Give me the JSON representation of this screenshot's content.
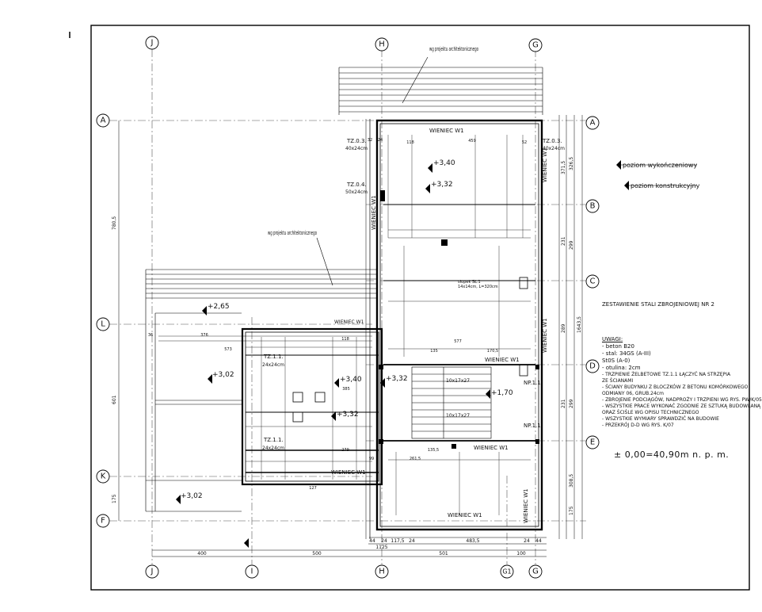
{
  "axes": {
    "top": [
      "J",
      "H",
      "G"
    ],
    "bottom": [
      "J",
      "I",
      "H",
      "G1",
      "G"
    ],
    "left": [
      "A",
      "L",
      "K",
      "F"
    ],
    "right": [
      "A",
      "B",
      "C",
      "D",
      "E"
    ]
  },
  "callouts": {
    "arch_top": "wg projektu architektonicznego",
    "arch_left": "wg projektu architektonicznego"
  },
  "levels": {
    "finished": "poziom wykończeniowy",
    "structural": "poziom konstrukcyjny"
  },
  "elevations": [
    "+3,40",
    "+3,32",
    "+2,65",
    "+3,02",
    "+3,40",
    "+3,32",
    "+1,70",
    "+3,32",
    "+3,02"
  ],
  "beams": {
    "w1_labels": [
      "WIENIEC W1",
      "WIENIEC W1",
      "WIENIEC W1",
      "WIENIEC W1",
      "WIENIEC W1",
      "WIENIEC W1",
      "WIENIEC W1",
      "WIENIEC W1",
      "WIENIEC W1",
      "WIENIEC W1"
    ]
  },
  "columns": {
    "tz03_a": "TZ.0.3.",
    "tz03_a_size": "40x24cm",
    "tz03_b": "TZ.0.3.",
    "tz03_b_size": "40x24cm",
    "tz04": "TZ.0.4.",
    "tz04_size": "50x24cm",
    "tz11_a": "TZ.1.1.",
    "tz11_a_size": "24x24cm",
    "tz11_b": "TZ.1.1.",
    "tz11_b_size": "24x24cm"
  },
  "lintels": {
    "np11_a": "NP.1.1.",
    "np11_b": "NP.1.1.",
    "slupek": "słupek SŁ.1",
    "slupek_size": "14x14cm, L=320cm"
  },
  "stairs": [
    "10x17x27",
    "10x17x27"
  ],
  "dimensions": {
    "bottom_total": "1125",
    "bottom_segments": [
      "400",
      "500",
      "501",
      "100"
    ],
    "bottom_detail": [
      "44",
      "24",
      "117,5",
      "24",
      "483,5",
      "24",
      "44"
    ],
    "left_vertical": [
      "780,5",
      "601",
      "175"
    ],
    "right_vertical": [
      "1643,5",
      "326,5",
      "371,5",
      "299",
      "231",
      "289",
      "299",
      "231",
      "308,5",
      "175"
    ],
    "top_inner": [
      "459",
      "118",
      "52",
      "32",
      "24"
    ],
    "middle": [
      "573",
      "376",
      "36",
      "385",
      "577",
      "135",
      "170,5",
      "279",
      "135,5",
      "261,5",
      "99",
      "127",
      "118"
    ]
  },
  "title_notes": {
    "heading": "ZESTAWIENIE STALI ZBROJENIOWEJ NR 2",
    "uwagi": "UWAGI:",
    "lines": [
      "- beton B20",
      "- stal: 34GS (A-III)",
      "         St0S (A-0)",
      "- otulina: 2cm",
      "- TRZPIENIE ŻELBETOWE TZ.1.1 ŁĄCZYĆ NA STRZĘPIA",
      "  ZE ŚCIANAMI",
      "- ŚCIANY BUDYNKU Z BLOCZKÓW Z BETONU KOMÓRKOWEGO",
      "  ODMIANY 06, GRUB.24cm",
      "- ZBROJENIE PODCIĄGÓW, NADPROŻY I TRZPIENI WG RYS. PW/K/05",
      "- WSZYSTKIE PRACE WYKONAĆ ZGODNIE ZE SZTUKĄ BUDOWLANĄ",
      "  ORAZ ŚCIŚLE WG OPISU TECHNICZNEGO",
      "- WSZYSTKIE WYMIARY SPRAWDZIĆ NA BUDOWIE",
      "- PRZEKRÓJ D-D WG RYS. K/07"
    ]
  },
  "datum": "± 0,00=40,90m n. p. m."
}
